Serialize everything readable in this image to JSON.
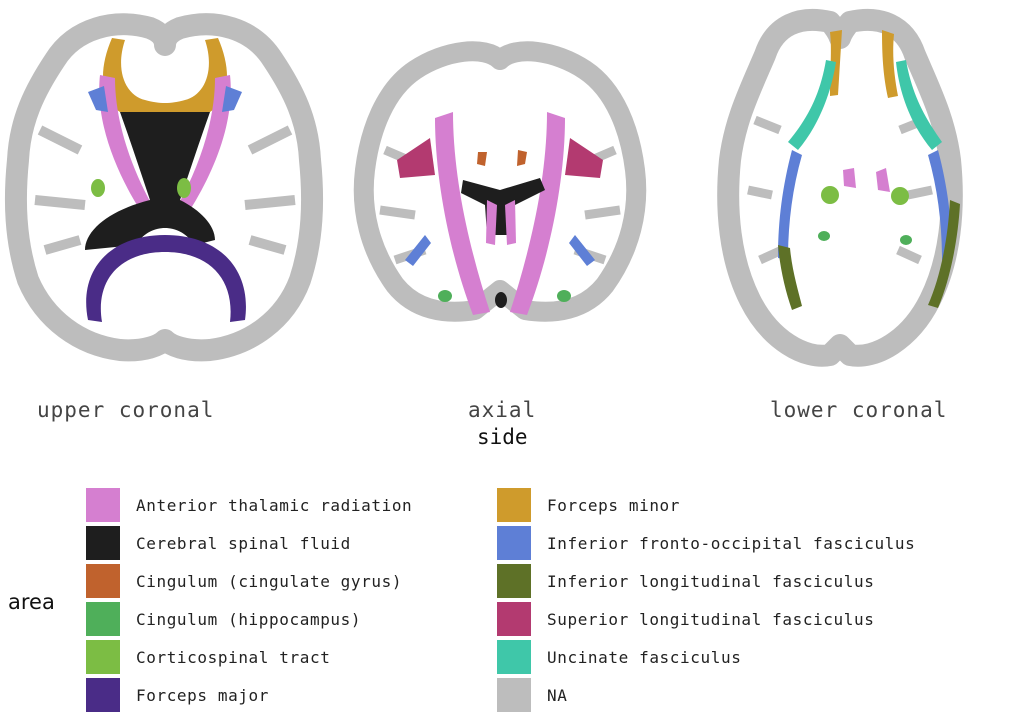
{
  "views": [
    {
      "label": "upper coronal"
    },
    {
      "label": "axial"
    },
    {
      "label": "lower coronal"
    }
  ],
  "facet_title": "side",
  "legend": {
    "title": "area",
    "items": [
      {
        "label": "Anterior thalamic radiation",
        "color": "#d57fd0"
      },
      {
        "label": "Cerebral spinal fluid",
        "color": "#1e1e1e"
      },
      {
        "label": "Cingulum (cingulate gyrus)",
        "color": "#c0622d"
      },
      {
        "label": "Cingulum (hippocampus)",
        "color": "#4faf5a"
      },
      {
        "label": "Corticospinal tract",
        "color": "#7cbd44"
      },
      {
        "label": "Forceps major",
        "color": "#4a2c87"
      },
      {
        "label": "Forceps minor",
        "color": "#cf9b2c"
      },
      {
        "label": "Inferior fronto-occipital fasciculus",
        "color": "#5e7fd6"
      },
      {
        "label": "Inferior longitudinal fasciculus",
        "color": "#5e7127"
      },
      {
        "label": "Superior longitudinal fasciculus",
        "color": "#b33a70"
      },
      {
        "label": "Uncinate fasciculus",
        "color": "#3fc7a9"
      },
      {
        "label": "NA",
        "color": "#bdbdbd"
      }
    ]
  }
}
